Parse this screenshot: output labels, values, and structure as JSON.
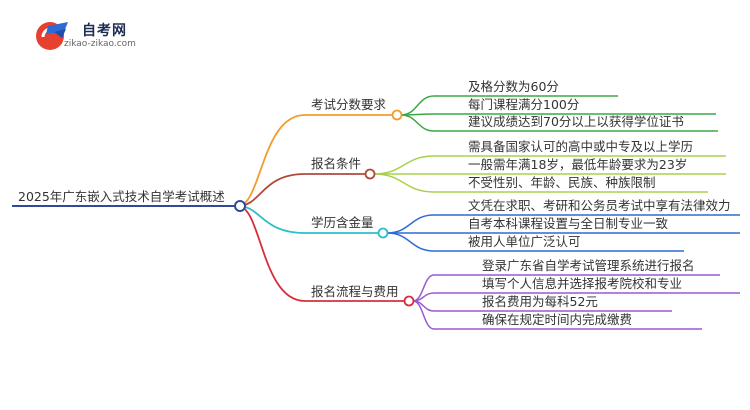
{
  "logo": {
    "title": "自考网",
    "url": "zikao-zikao.com",
    "icon": "graduation-cap-icon",
    "colors": {
      "red": "#e8402f",
      "blue": "#2f6bd7"
    }
  },
  "mindmap": {
    "root": "2025年广东嵌入式技术自学考试概述",
    "branches": [
      {
        "label": "考试分数要求",
        "color": "#f39c2d",
        "leaf_color": "#3aa845",
        "items": [
          "及格分数为60分",
          "每门课程满分100分",
          "建议成绩达到70分以上以获得学位证书"
        ]
      },
      {
        "label": "报名条件",
        "color": "#b04a3a",
        "leaf_color": "#a8d04a",
        "items": [
          "需具备国家认可的高中或中专及以上学历",
          "一般需年满18岁，最低年龄要求为23岁",
          "不受性别、年龄、民族、种族限制"
        ]
      },
      {
        "label": "学历含金量",
        "color": "#2bbfc8",
        "leaf_color": "#2f6bd7",
        "items": [
          "文凭在求职、考研和公务员考试中享有法律效力",
          "自考本科课程设置与全日制专业一致",
          "被用人单位广泛认可"
        ]
      },
      {
        "label": "报名流程与费用",
        "color": "#d62f3c",
        "leaf_color": "#9b59d0",
        "items": [
          "登录广东省自学考试管理系统进行报名",
          "填写个人信息并选择报考院校和专业",
          "报名费用为每科52元",
          "确保在规定时间内完成缴费"
        ]
      }
    ]
  }
}
